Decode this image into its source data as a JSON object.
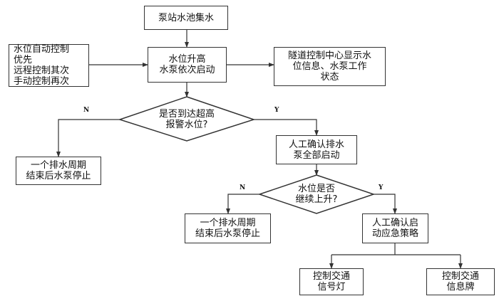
{
  "nodes": {
    "start": "泵站水池集水",
    "priority": "水位自动控制\n优先\n远程控制其次\n手动控制再次",
    "rise": "水位升高\n水泵依次启动",
    "display": "隧道控制中心显示水\n位信息、水泵工作\n状态",
    "decision1": "是否到达超高\n报警水位?",
    "stop1": "一个排水周期\n结束后水泵停止",
    "confirm_all": "人工确认排水\n泵全部启动",
    "decision2": "水位是否\n继续上升?",
    "stop2": "一个排水周期\n结束后水泵停止",
    "emergency": "人工确认启\n动应急策略",
    "traffic_light": "控制交通\n信号灯",
    "info_board": "控制交通\n信息牌"
  },
  "labels": {
    "d1_no": "N",
    "d1_yes": "Y",
    "d2_no": "N",
    "d2_yes": "Y"
  }
}
